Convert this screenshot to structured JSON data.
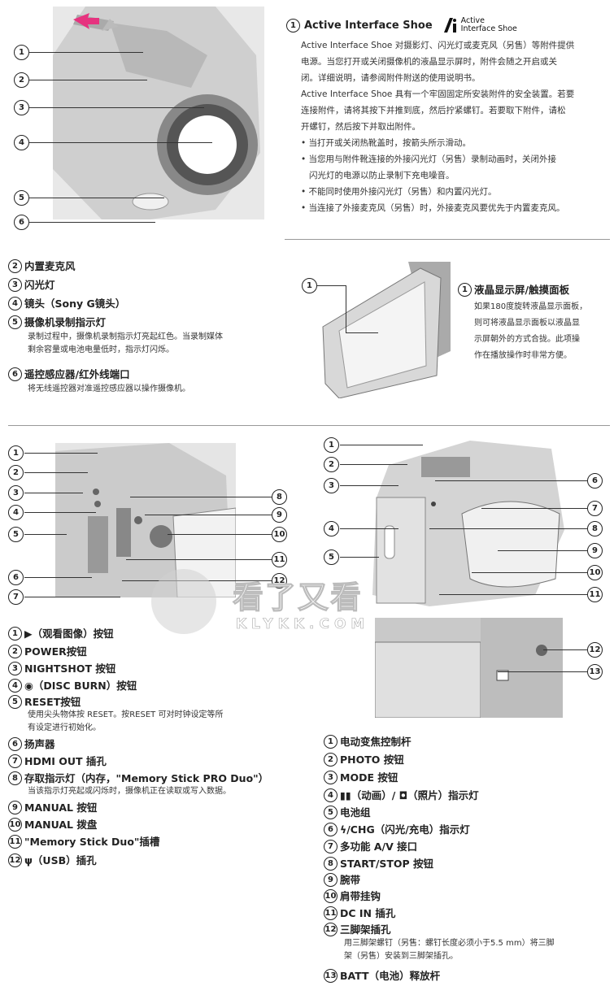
{
  "shoe": {
    "num": "1",
    "title": "Active Interface Shoe",
    "logo_line1": "Active",
    "logo_line2": "Interface Shoe",
    "p1a": "Active Interface Shoe 对摄影灯、闪光灯或麦克风（另售）等附件提供",
    "p1b": "电源。当您打开或关闭摄像机的液晶显示屏时，附件会随之开启或关",
    "p1c": "闭。详细说明，请参阅附件附送的使用说明书。",
    "p2a": "Active Interface Shoe 具有一个牢固固定所安装附件的安全装置。若要",
    "p2b": "连接附件，请将其按下并推到底，然后拧紧螺钉。若要取下附件，请松",
    "p2c": "开螺钉，然后按下并取出附件。",
    "b1": "• 当打开或关闭热靴盖时，按箭头所示滑动。",
    "b2a": "• 当您用与附件靴连接的外接闪光灯（另售）录制动画时，关闭外接",
    "b2b": "闪光灯的电源以防止录制下充电噪音。",
    "b3": "• 不能同时使用外接闪光灯（另售）和内置闪光灯。",
    "b4": "• 当连接了外接麦克风（另售）时，外接麦克风要优先于内置麦克风。"
  },
  "front_labels": [
    "1",
    "2",
    "3",
    "4",
    "5",
    "6"
  ],
  "front_list": [
    {
      "num": "2",
      "label": "内置麦克风"
    },
    {
      "num": "3",
      "label": "闪光灯"
    },
    {
      "num": "4",
      "label": "镜头（Sony G镜头）"
    },
    {
      "num": "5",
      "label": "摄像机录制指示灯"
    },
    {
      "num": "6",
      "label": "遥控感应器/红外线端口"
    }
  ],
  "rec_desc_a": "录制过程中，摄像机录制指示灯亮起红色。当录制媒体",
  "rec_desc_b": "剩余容量或电池电量低时，指示灯闪烁。",
  "remote_desc": "将无线遥控器对准遥控感应器以操作摄像机。",
  "lcd": {
    "num": "1",
    "title": "液晶显示屏/触摸面板",
    "d1": "如果180度旋转液晶显示面板，",
    "d2": "则可将液晶显示面板以液晶显",
    "d3": "示屏朝外的方式合拢。此项操",
    "d4": "作在播放操作时非常方便。"
  },
  "left_list": [
    {
      "num": "1",
      "label": "▶（观看图像）按钮"
    },
    {
      "num": "2",
      "label": "POWER按钮"
    },
    {
      "num": "3",
      "label": "NIGHTSHOT 按钮"
    },
    {
      "num": "4",
      "label": "◉（DISC BURN）按钮"
    },
    {
      "num": "5",
      "label": "RESET按钮"
    },
    {
      "num": "6",
      "label": "扬声器"
    },
    {
      "num": "7",
      "label": "HDMI OUT 插孔"
    },
    {
      "num": "8",
      "label": "存取指示灯（内存，\"Memory Stick PRO Duo\"）"
    },
    {
      "num": "9",
      "label": "MANUAL 按钮"
    },
    {
      "num": "10",
      "label": "MANUAL 拨盘"
    },
    {
      "num": "11",
      "label": "\"Memory Stick Duo\"插槽"
    },
    {
      "num": "12",
      "label": "ψ（USB）插孔"
    }
  ],
  "reset_desc_a": "使用尖头物体按 RESET。按RESET 可对时钟设定等所",
  "reset_desc_b": "有设定进行初始化。",
  "access_desc": "当该指示灯亮起或闪烁时，摄像机正在读取或写入数据。",
  "right_list": [
    {
      "num": "1",
      "label": "电动变焦控制杆"
    },
    {
      "num": "2",
      "label": "PHOTO 按钮"
    },
    {
      "num": "3",
      "label": "MODE 按钮"
    },
    {
      "num": "4",
      "label": "▮▮（动画）/ ◘（照片）指示灯"
    },
    {
      "num": "5",
      "label": "电池组"
    },
    {
      "num": "6",
      "label": "ϟ/CHG（闪光/充电）指示灯"
    },
    {
      "num": "7",
      "label": "多功能 A/V 接口"
    },
    {
      "num": "8",
      "label": "START/STOP 按钮"
    },
    {
      "num": "9",
      "label": "腕带"
    },
    {
      "num": "10",
      "label": "肩带挂钩"
    },
    {
      "num": "11",
      "label": "DC IN 插孔"
    },
    {
      "num": "12",
      "label": "三脚架插孔"
    },
    {
      "num": "13",
      "label": "BATT（电池）释放杆"
    }
  ],
  "tripod_desc_a": "用三脚架螺钉（另售：螺钉长度必须小于5.5 mm）将三脚",
  "tripod_desc_b": "架（另售）安装到三脚架插孔。",
  "watermark": {
    "title": "看了又看",
    "url": "KLYKK.COM"
  }
}
